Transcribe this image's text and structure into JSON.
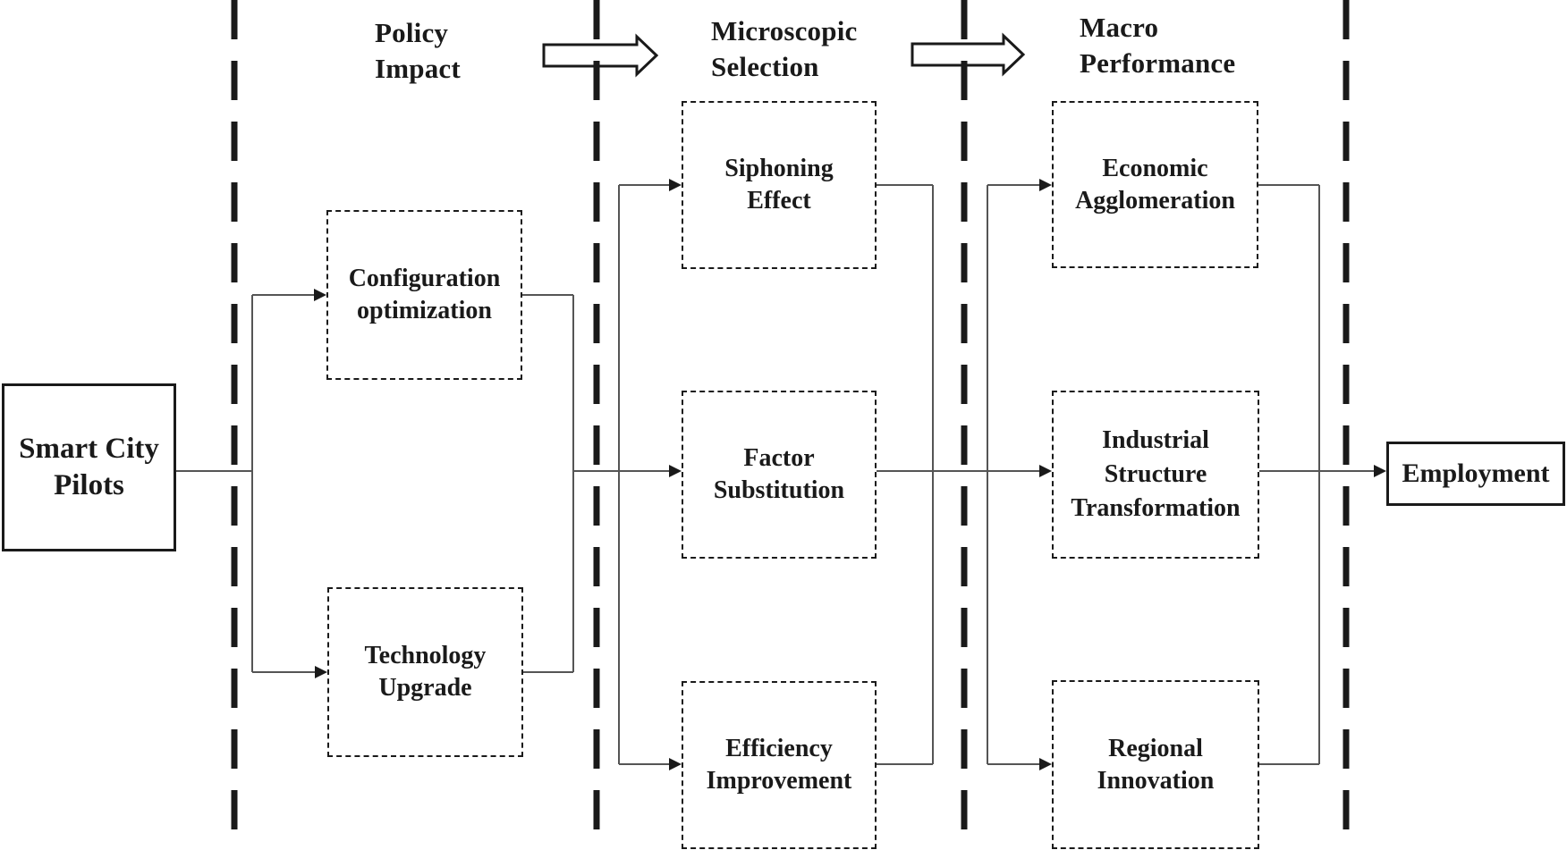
{
  "colors": {
    "ink": "#1a1a1a",
    "line": "#555555",
    "background": "#ffffff"
  },
  "source": {
    "label": "Smart City\nPilots"
  },
  "target": {
    "label": "Employment"
  },
  "columns": [
    {
      "header": "Policy\nImpact",
      "boxes": [
        {
          "label": "Configuration\noptimization"
        },
        {
          "label": "Technology\nUpgrade"
        }
      ]
    },
    {
      "header": "Microscopic\nSelection",
      "boxes": [
        {
          "label": "Siphoning\nEffect"
        },
        {
          "label": "Factor\nSubstitution"
        },
        {
          "label": "Efficiency\nImprovement"
        }
      ]
    },
    {
      "header": "Macro\nPerformance",
      "boxes": [
        {
          "label": "Economic\nAgglomeration"
        },
        {
          "label": "Industrial\nStructure\nTransformation"
        },
        {
          "label": "Regional\nInnovation"
        }
      ]
    }
  ]
}
